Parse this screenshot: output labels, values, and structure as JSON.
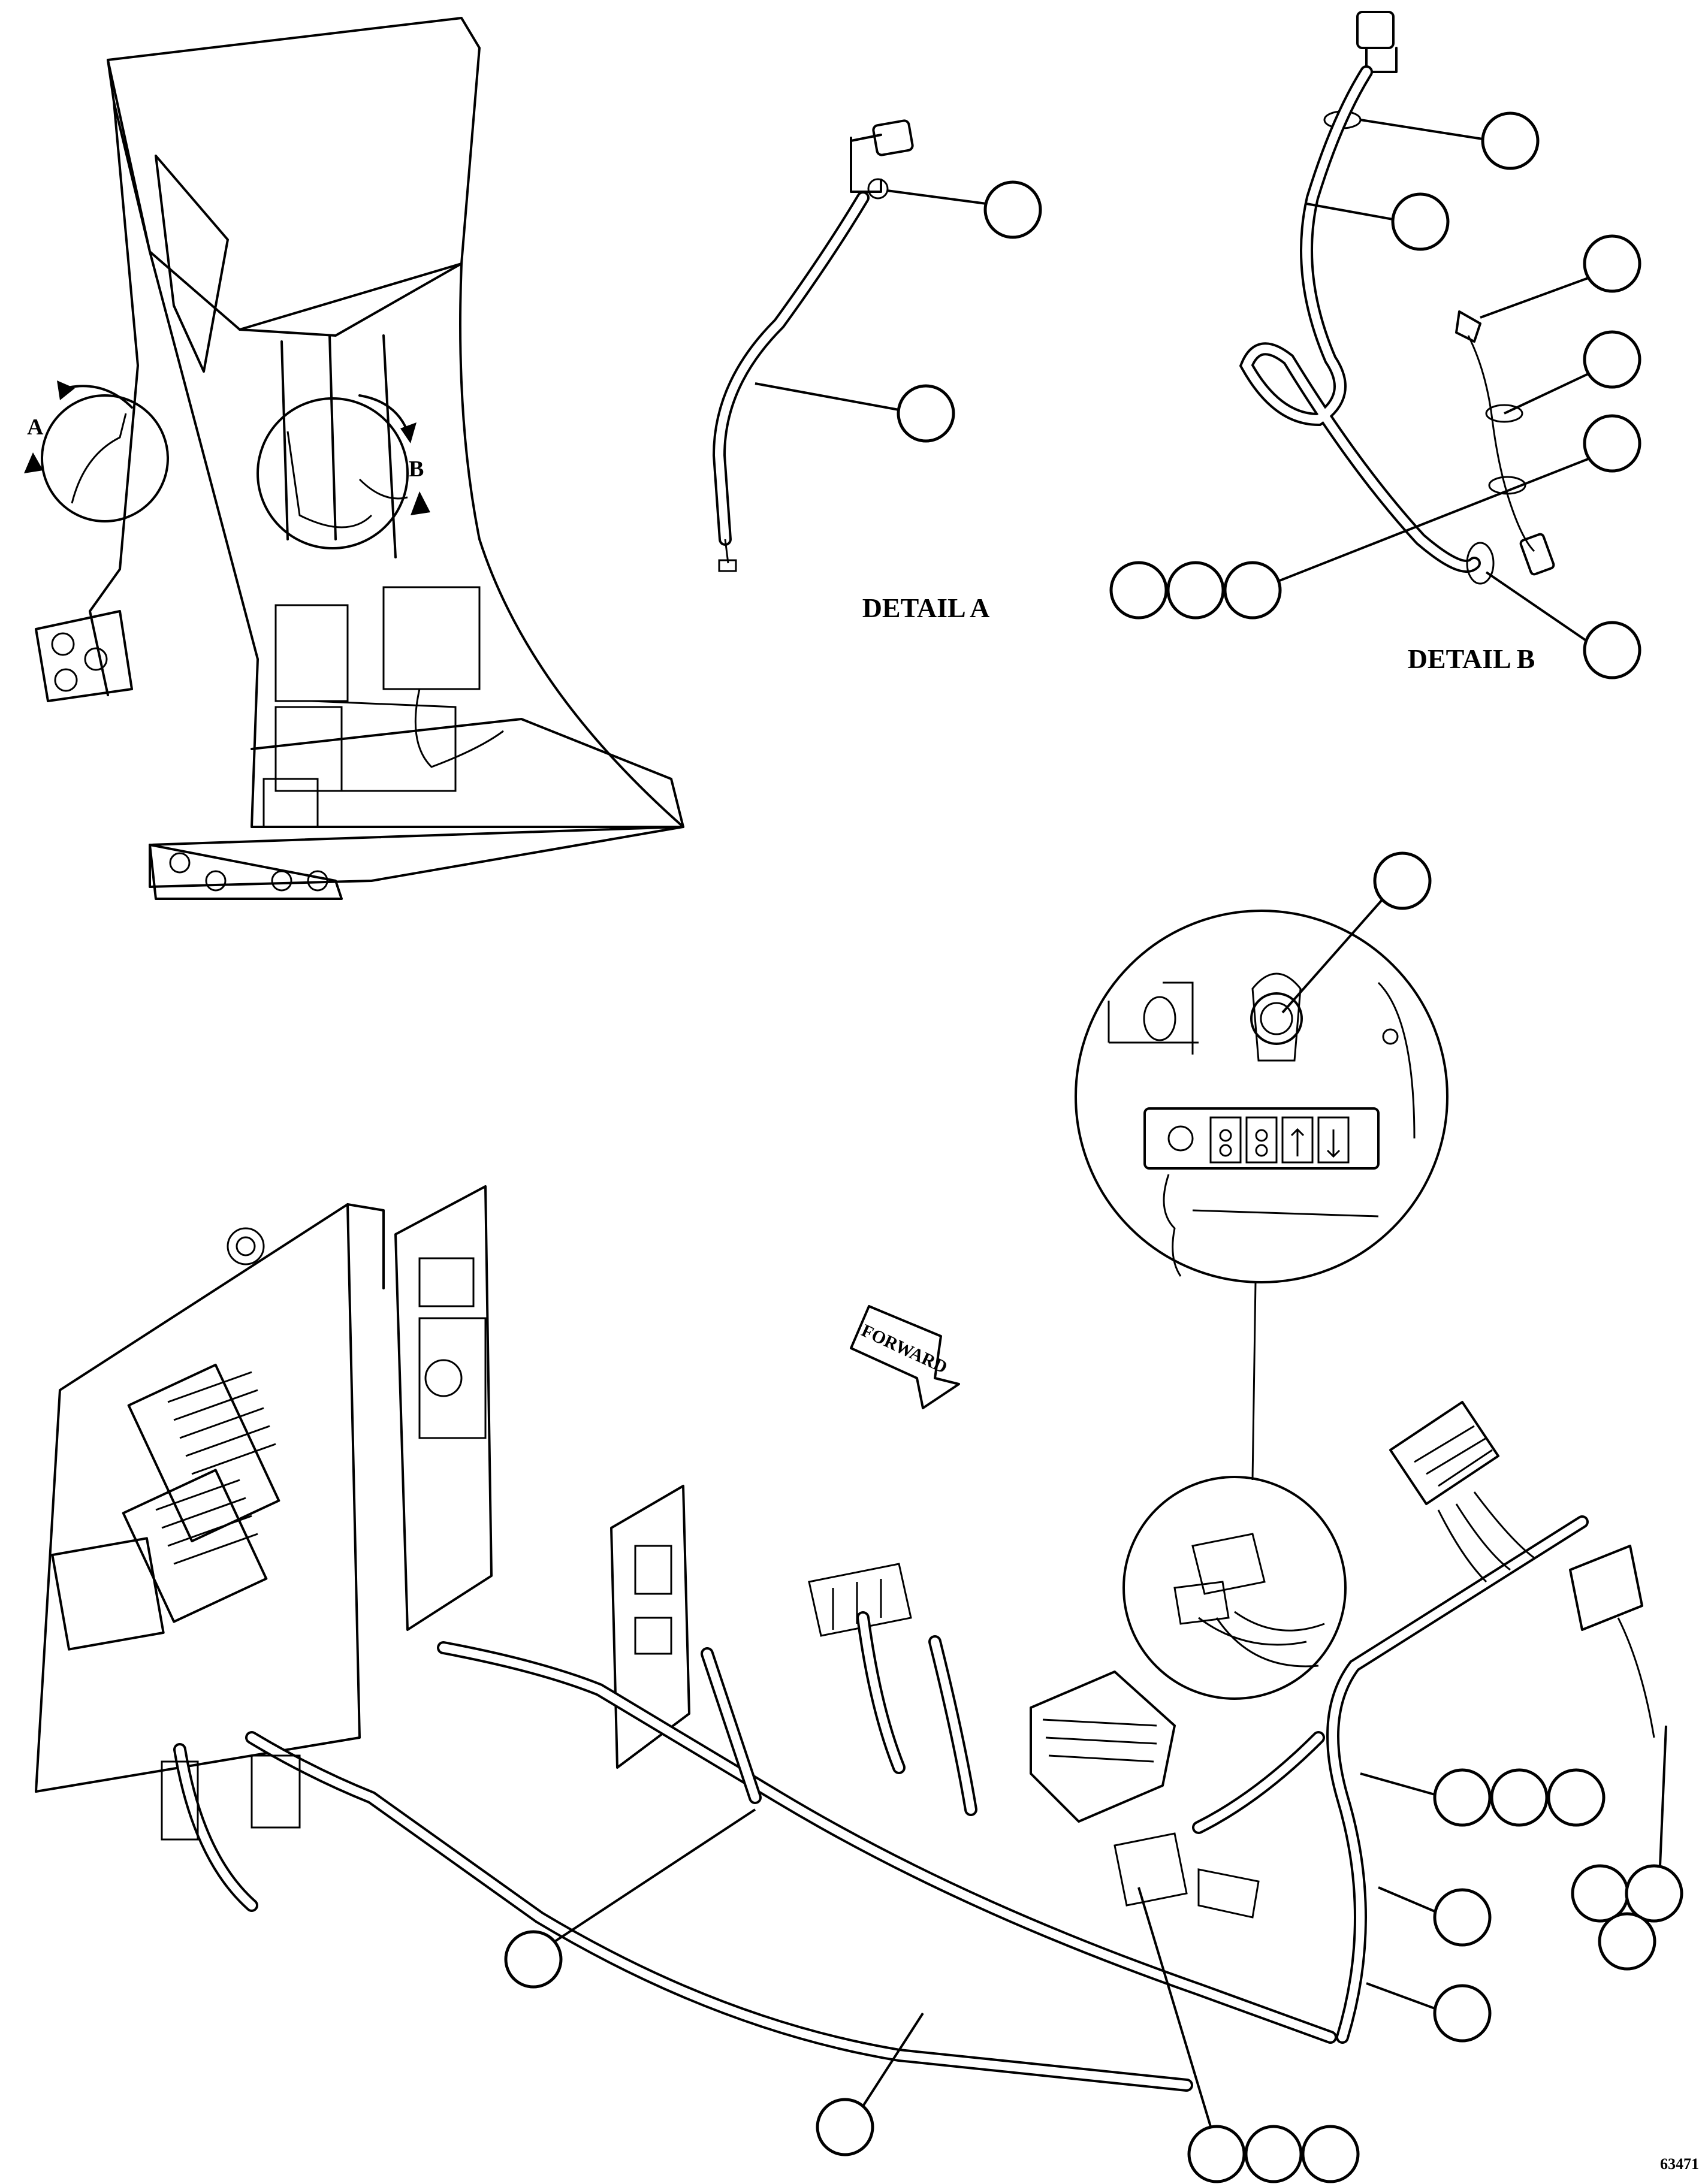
{
  "detail_a_label": "DETAIL A",
  "detail_b_label": "DETAIL B",
  "view_a_letter": "A",
  "view_b_letter": "B",
  "forward_label": "FORWARD",
  "figure_number": "63471"
}
